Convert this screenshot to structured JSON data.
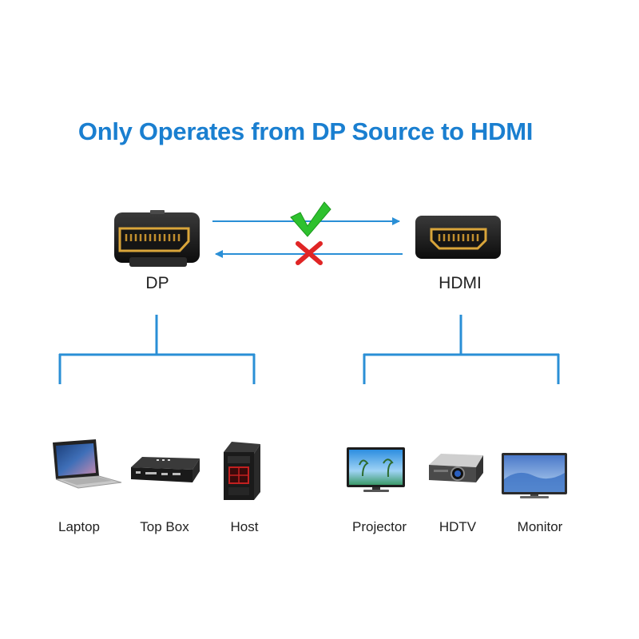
{
  "title": "Only Operates from DP Source to HDMI",
  "colors": {
    "accent": "#1a7fd0",
    "line": "#2a8fd6",
    "check": "#2ec12e",
    "cross": "#e02525",
    "connector": "#111111",
    "gold": "#d9a53a"
  },
  "connectors": {
    "source": {
      "label": "DP",
      "icon": "displayport-connector-icon"
    },
    "target": {
      "label": "HDMI",
      "icon": "hdmi-connector-icon"
    }
  },
  "arrows": {
    "forward": {
      "direction": "DP to HDMI",
      "status": "supported",
      "mark": "check-icon"
    },
    "reverse": {
      "direction": "HDMI to DP",
      "status": "not supported",
      "mark": "cross-icon"
    }
  },
  "source_devices": [
    {
      "label": "Laptop",
      "icon": "laptop-icon"
    },
    {
      "label": "Top Box",
      "icon": "set-top-box-icon"
    },
    {
      "label": "Host",
      "icon": "pc-tower-icon"
    }
  ],
  "display_devices": [
    {
      "label": "Projector",
      "icon": "flat-screen-icon"
    },
    {
      "label": "HDTV",
      "icon": "projector-icon"
    },
    {
      "label": "Monitor",
      "icon": "monitor-icon"
    }
  ]
}
